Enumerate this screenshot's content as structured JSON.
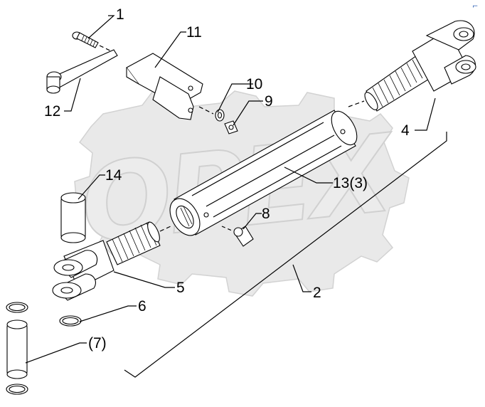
{
  "watermark": {
    "text": "OPEX"
  },
  "corner_mark": "⌐",
  "callouts": [
    {
      "id": "c1",
      "text": "1"
    },
    {
      "id": "c11",
      "text": "11"
    },
    {
      "id": "c10",
      "text": "10"
    },
    {
      "id": "c9",
      "text": "9"
    },
    {
      "id": "c12",
      "text": "12"
    },
    {
      "id": "c4",
      "text": "4"
    },
    {
      "id": "c14",
      "text": "14"
    },
    {
      "id": "c13",
      "text": "13(3)"
    },
    {
      "id": "c8",
      "text": "8"
    },
    {
      "id": "c5",
      "text": "5"
    },
    {
      "id": "c2",
      "text": "2"
    },
    {
      "id": "c6",
      "text": "6"
    },
    {
      "id": "c7",
      "text": "(7)"
    }
  ]
}
